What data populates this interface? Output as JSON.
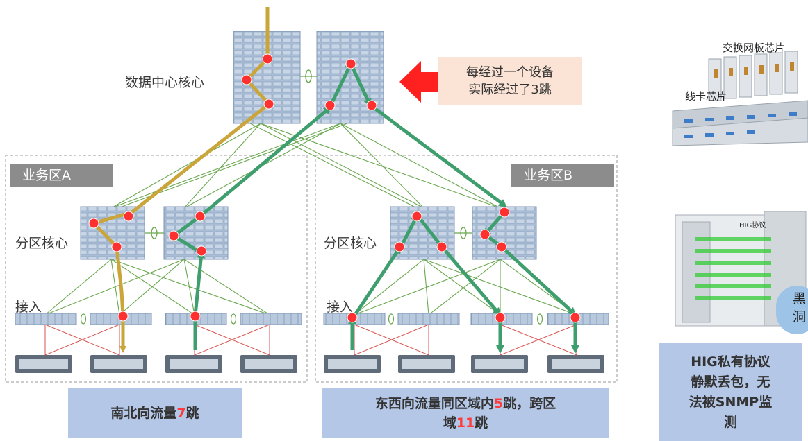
{
  "labels": {
    "dc_core": "数据中心核心",
    "zone_core_a": "分区核心",
    "zone_core_b": "分区核心",
    "access_a": "接入",
    "access_b": "接入"
  },
  "zones": {
    "a": "业务区A",
    "b": "业务区B"
  },
  "callout": {
    "line1": "每经过一个设备",
    "line2": "实际经过了3跳"
  },
  "captions": {
    "north_south": {
      "before": "南北向流量",
      "num": "7",
      "after": "跳"
    },
    "east_west": {
      "part1": "东西向流量同区域内",
      "num1": "5",
      "part2": "跳，跨区",
      "part3": "域",
      "num2": "11",
      "part4": "跳"
    }
  },
  "right_panel": {
    "fabric_chip": "交换网板芯片",
    "line_card_chip": "线卡芯片",
    "hig_protocol": "HIG协议",
    "black_hole": "黑洞",
    "hig_note": [
      "HIG私有协议",
      "静默丢包，无",
      "法被SNMP监",
      "测"
    ]
  },
  "colors": {
    "north_south_path": "#c9a53a",
    "east_west_path": "#3f9e6e",
    "node_red": "#ff3030",
    "device_blue": "#a9bdd6",
    "thin_link": "#6aa84f",
    "cross_link": "#d9534f"
  }
}
